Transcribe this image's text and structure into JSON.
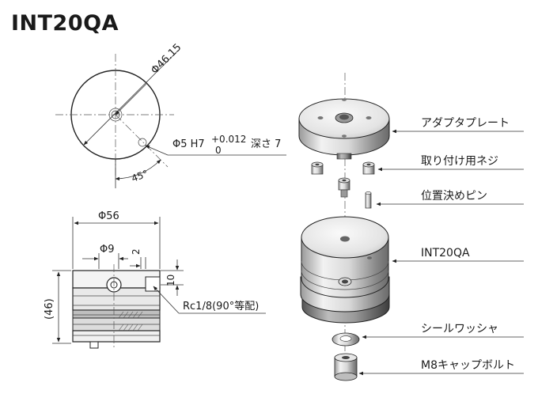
{
  "title": "INT20QA",
  "top_view": {
    "diameter_label": "Φ46.15",
    "pin_hole_prefix": "Φ5 H7",
    "tol_upper": "+0.012",
    "tol_lower": "0",
    "depth_label": "深さ 7",
    "angle_label": "45°"
  },
  "side_view": {
    "width_label": "Φ56",
    "bore_label": "Φ9",
    "offset_label": "2",
    "height_label": "10",
    "total_height_label": "(46)",
    "port_label": "Rc1/8(90°等配)"
  },
  "parts": {
    "adapter_plate": "アダプタプレート",
    "mounting_screw": "取り付け用ネジ",
    "locating_pin": "位置決めピン",
    "body": "INT20QA",
    "seal_washer": "シールワッシャ",
    "cap_bolt": "M8キャップボルト"
  }
}
